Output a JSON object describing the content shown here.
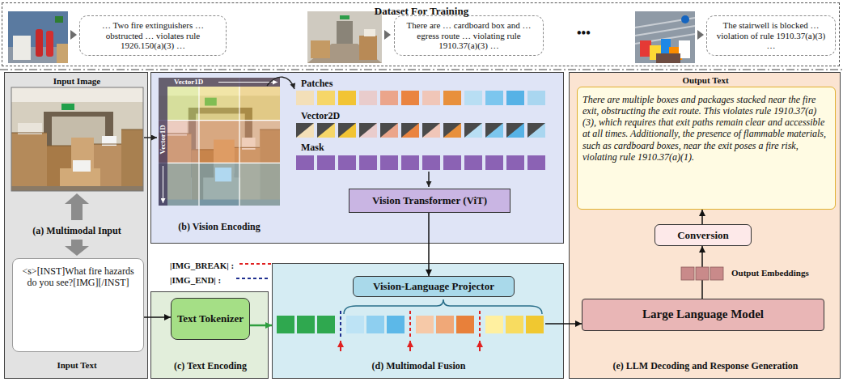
{
  "diagram": {
    "nodes": [
      {
        "text": [
          "Dataset For Training"
        ]
      },
      {
        "text": [
          "… Two fire extinguishers … obstructed … violates rule 1926.150(a)(3) …"
        ],
        "in": 0
      },
      {
        "text": [
          "There are … cardboard box and … egress route … violating rule 1910.37(a)(3) …"
        ],
        "in": 0
      },
      {
        "text": [
          "The stairwell is blocked … violation of rule 1910.37(a)(3) …"
        ],
        "in": 0
      },
      {
        "text": [
          "Input Image",
          "(a) Multimodal Input",
          "Input Text"
        ]
      },
      {
        "text": [
          "<s>[INST]What fire hazards do you see?[IMG][/INST]"
        ],
        "in": 4
      },
      {
        "text": [
          "(b) Vision Encoding"
        ]
      },
      {
        "text": [
          "Vision Transformer (ViT)"
        ],
        "in": 6
      },
      {
        "text": [
          "(c) Text Encoding"
        ]
      },
      {
        "text": [
          "Text Tokenizer"
        ],
        "in": 8
      },
      {
        "text": [
          "(d) Multimodal Fusion"
        ]
      },
      {
        "text": [
          "Vision-Language Projector"
        ],
        "in": 10
      },
      {
        "text": [
          "Output Text",
          "(e) LLM Decoding and Response Generation"
        ]
      },
      {
        "text": [
          "There are multiple boxes and packages stacked near the fire exit, obstructing the exit route. This violates rule 1910.37(a)(3), which requires that exit paths remain clear and accessible at all times. Additionally, the presence of flammable materials, such as cardboard boxes, near the exit poses a fire risk, violating rule 1910.37(a)(1)."
        ],
        "in": 12
      },
      {
        "text": [
          "Conversion"
        ],
        "in": 12
      },
      {
        "text": [
          "Large Language Model"
        ],
        "in": 12
      }
    ],
    "edges": [
      {
        "from": 5,
        "to": 9,
        "arrow": "to"
      },
      {
        "from": 9,
        "to": 10,
        "arrow": "to"
      },
      {
        "from": 7,
        "to": 11,
        "arrow": "to"
      },
      {
        "from": 10,
        "to": 15,
        "arrow": "to"
      },
      {
        "from": 15,
        "to": 14,
        "arrow": "to"
      },
      {
        "from": 14,
        "to": 13,
        "arrow": "to"
      }
    ],
    "labels": [
      "Vector1D",
      "Vector1D",
      "Patches",
      "Vector2D",
      "Mask",
      "•••",
      "Output Embeddings"
    ],
    "legend": [
      {
        "text": "|IMG_BREAK| :"
      },
      {
        "text": "|IMG_END| :"
      }
    ]
  }
}
